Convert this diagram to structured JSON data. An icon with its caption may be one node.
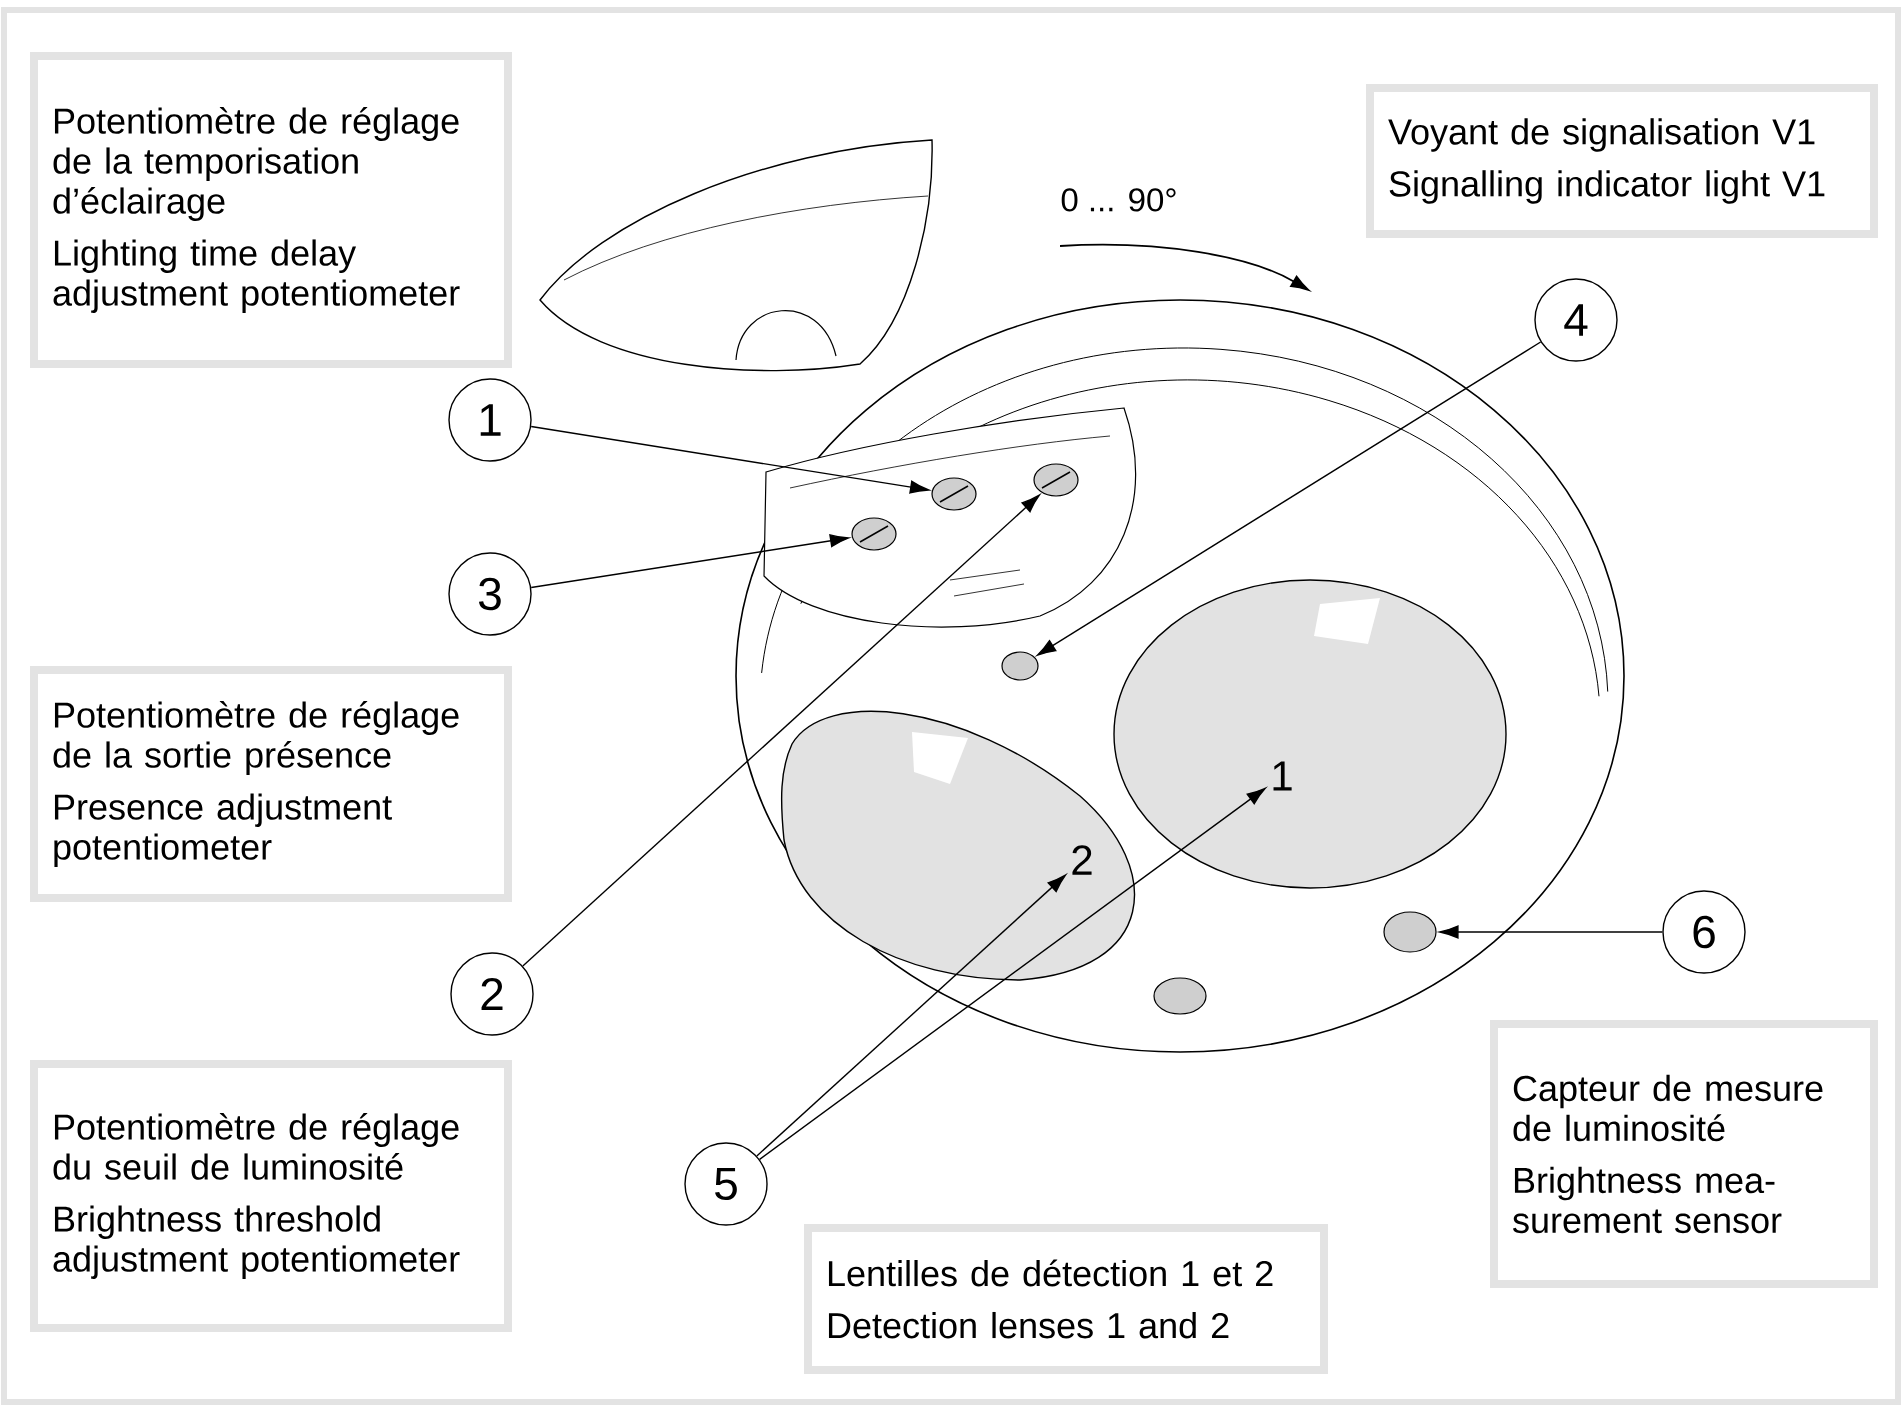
{
  "diagram": {
    "nodes": [
      {
        "text": [
          "Potentiomètre de réglage de la temporisation d’éclairage",
          "Lighting time delay adjustment potentiometer"
        ]
      },
      {
        "text": [
          "Voyant de signalisation V1",
          "Signalling indicator light V1"
        ]
      },
      {
        "text": [
          "Potentiomètre de réglage de la sortie présence",
          "Presence adjustment potentiometer"
        ]
      },
      {
        "text": [
          "Potentiomètre de réglage du seuil de luminosité",
          "Brightness threshold adjustment potentiometer"
        ]
      },
      {
        "text": [
          "Lentilles de détection 1 et 2",
          "Detection lenses 1 and 2"
        ]
      },
      {
        "text": [
          "Capteur de mesure de luminosité",
          "Brightness mea- surement sensor"
        ]
      },
      {
        "text": [
          "1"
        ]
      },
      {
        "text": [
          "3"
        ]
      },
      {
        "text": [
          "4"
        ]
      },
      {
        "text": [
          "2"
        ]
      },
      {
        "text": [
          "6"
        ]
      },
      {
        "text": [
          "5"
        ]
      },
      {
        "text": [],
        "shape": "circle"
      },
      {
        "text": [],
        "shape": "circle"
      },
      {
        "text": [],
        "shape": "circle"
      },
      {
        "text": [],
        "shape": "circle"
      },
      {
        "text": [
          "2"
        ]
      },
      {
        "text": [
          "1"
        ]
      },
      {
        "text": [],
        "shape": "circle"
      }
    ],
    "edges": [
      {
        "from": 6,
        "to": 12,
        "arrow": "to"
      },
      {
        "from": 7,
        "to": 13,
        "arrow": "to"
      },
      {
        "from": 9,
        "to": 14,
        "arrow": "to"
      },
      {
        "from": 8,
        "to": 15,
        "arrow": "to"
      },
      {
        "from": 11,
        "to": 16,
        "arrow": "to"
      },
      {
        "from": 11,
        "to": 17,
        "arrow": "to"
      },
      {
        "from": 10,
        "to": 18,
        "arrow": "to"
      }
    ],
    "labels": [
      "0 ... 90°"
    ]
  }
}
